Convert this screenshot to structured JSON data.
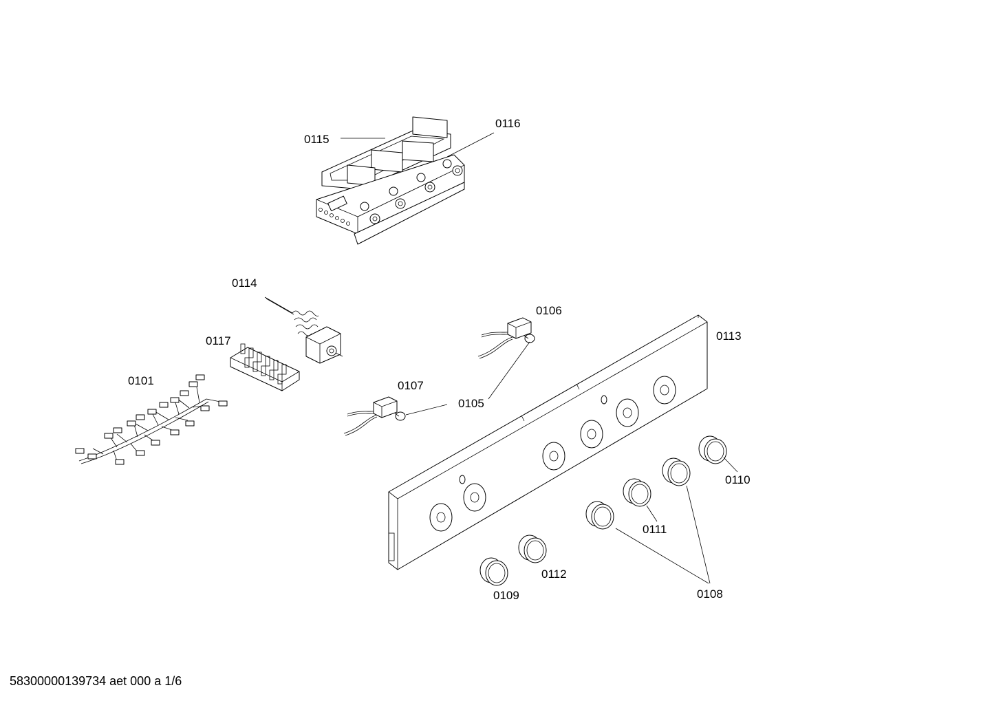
{
  "labels": {
    "p0115": "0115",
    "p0116": "0116",
    "p0114": "0114",
    "p0117": "0117",
    "p0101": "0101",
    "p0106": "0106",
    "p0107": "0107",
    "p0105": "0105",
    "p0113": "0113",
    "p0110": "0110",
    "p0111": "0111",
    "p0112": "0112",
    "p0109": "0109",
    "p0108": "0108"
  },
  "footer": {
    "doc_id": "58300000139734 aet 000 a 1/6"
  }
}
